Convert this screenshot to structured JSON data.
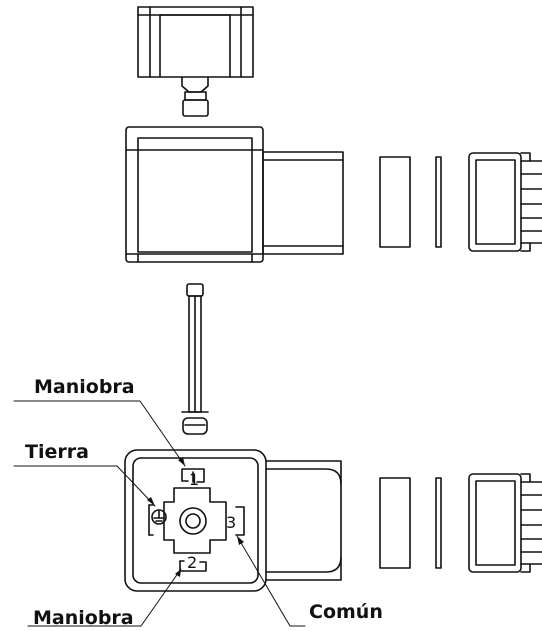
{
  "labels": {
    "maniobra_top": "Maniobra",
    "tierra": "Tierra",
    "maniobra_bottom": "Maniobra",
    "comun": "Común"
  },
  "pins": {
    "pin1": "1",
    "pin2": "2",
    "pin3": "3"
  },
  "colors": {
    "stroke": "#111111",
    "background": "#ffffff"
  }
}
